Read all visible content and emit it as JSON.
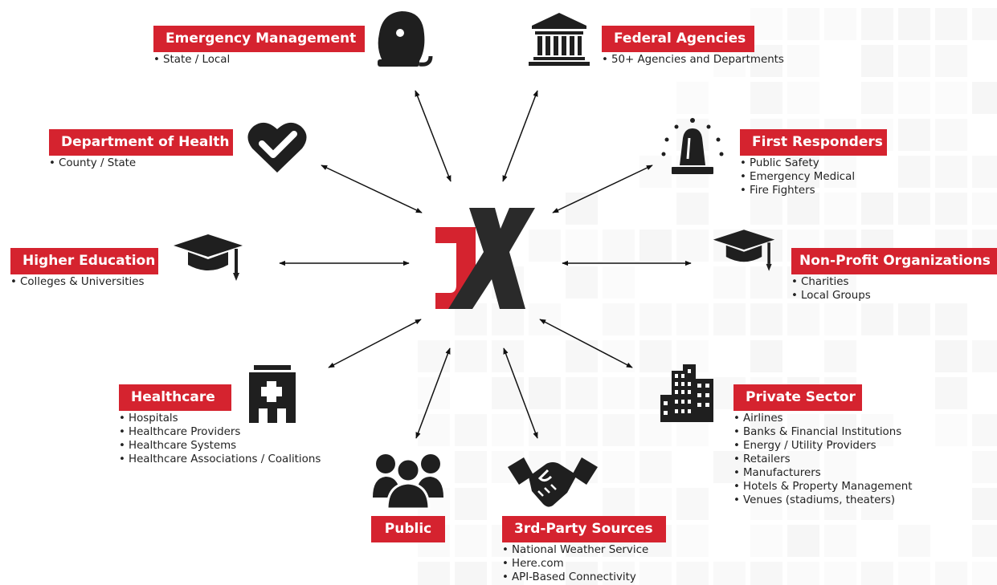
{
  "logo": {
    "text": "JX",
    "letters": [
      "J",
      "X"
    ]
  },
  "colors": {
    "accent_red": "#d5232f",
    "dark": "#1f1f1f",
    "arrow": "#111111"
  },
  "nodes": {
    "emergency_management": {
      "title": "Emergency Management",
      "bullets": [
        "State / Local"
      ],
      "icon": "alarm-bell-icon"
    },
    "federal_agencies": {
      "title": "Federal Agencies",
      "bullets": [
        "50+ Agencies and Departments"
      ],
      "icon": "government-building-icon"
    },
    "department_of_health": {
      "title": "Department of Health",
      "bullets": [
        "County / State"
      ],
      "icon": "heart-check-icon"
    },
    "first_responders": {
      "title": "First Responders",
      "bullets": [
        "Public Safety",
        "Emergency Medical",
        "Fire Fighters"
      ],
      "icon": "siren-light-icon"
    },
    "higher_education": {
      "title": "Higher Education",
      "bullets": [
        "Colleges & Universities"
      ],
      "icon": "graduation-cap-icon"
    },
    "non_profit": {
      "title": "Non-Profit Organizations",
      "bullets": [
        "Charities",
        "Local Groups"
      ],
      "icon": "graduation-cap-icon"
    },
    "healthcare": {
      "title": "Healthcare",
      "bullets": [
        "Hospitals",
        "Healthcare Providers",
        "Healthcare Systems",
        "Healthcare Associations / Coalitions"
      ],
      "icon": "hospital-building-icon"
    },
    "private_sector": {
      "title": "Private Sector",
      "bullets": [
        "Airlines",
        "Banks & Financial Institutions",
        "Energy / Utility Providers",
        "Retailers",
        "Manufacturers",
        "Hotels & Property Management",
        "Venues (stadiums, theaters)"
      ],
      "icon": "office-building-icon"
    },
    "public": {
      "title": "Public",
      "bullets": [],
      "icon": "people-group-icon"
    },
    "third_party": {
      "title": "3rd-Party Sources",
      "bullets": [
        "National Weather Service",
        "Here.com",
        "API-Based Connectivity"
      ],
      "icon": "handshake-icon"
    }
  }
}
